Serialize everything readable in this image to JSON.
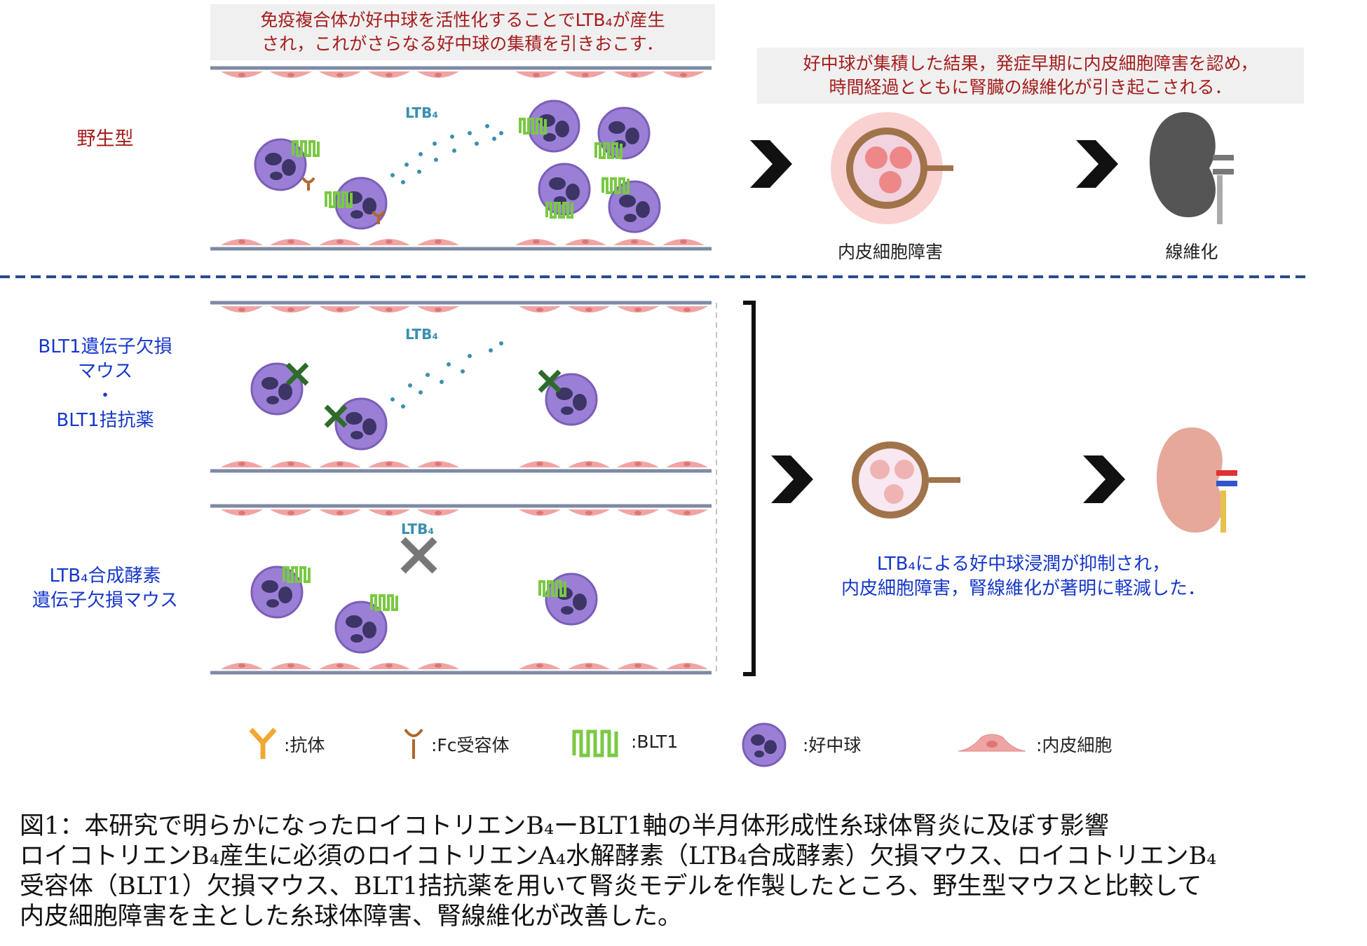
{
  "top": {
    "box1_line1": "免疫複合体が好中球を活性化することでLTB₄が産生",
    "box1_line2": "され，これがさらなる好中球の集積を引きおこす．",
    "box2_line1": "好中球が集積した結果，発症早期に内皮細胞障害を認め，",
    "box2_line2": "時間経過とともに腎臓の線維化が引き起こされる．",
    "row_label": "野生型",
    "ltb4": "LTB₄",
    "outcome1": "内皮細胞障害",
    "outcome2": "線維化"
  },
  "bottom": {
    "label1_line1": "BLT1遺伝子欠損",
    "label1_line2": "マウス",
    "label1_sep": "・",
    "label1_line3": "BLT1拮抗薬",
    "label2_line1": "LTB₄合成酵素",
    "label2_line2": "遺伝子欠損マウス",
    "ltb4": "LTB₄",
    "ltb4_blocked": "LTB₄",
    "result_line1": "LTB₄による好中球浸潤が抑制され，",
    "result_line2": "内皮細胞障害，腎線維化が著明に軽減した．"
  },
  "legend": [
    {
      "icon": "antibody-icon",
      "label": ":抗体"
    },
    {
      "icon": "fc-receptor-icon",
      "label": ":Fc受容体"
    },
    {
      "icon": "blt1-icon",
      "label": ":BLT1"
    },
    {
      "icon": "neutrophil-icon",
      "label": ":好中球"
    },
    {
      "icon": "endothelial-cell-icon",
      "label": ":内皮細胞"
    }
  ],
  "caption": {
    "line1": "図1：本研究で明らかになったロイコトリエンB₄ーBLT1軸の半月体形成性糸球体腎炎に及ぼす影響",
    "line2": "ロイコトリエンB₄産生に必須のロイコトリエンA₄水解酵素（LTB₄合成酵素）欠損マウス、ロイコトリエンB₄",
    "line3": "受容体（BLT1）欠損マウス、BLT1拮抗薬を用いて腎炎モデルを作製したところ、野生型マウスと比較して",
    "line4": "内皮細胞障害を主とした糸球体障害、腎線維化が改善した。"
  },
  "colors": {
    "red_text": "#a51d1d",
    "blue_text": "#1537c9",
    "neutrophil": "#9b7fd6",
    "endothelium": "#f0a4a4",
    "blt1": "#7ac943",
    "dash": "#2a4a8a"
  }
}
